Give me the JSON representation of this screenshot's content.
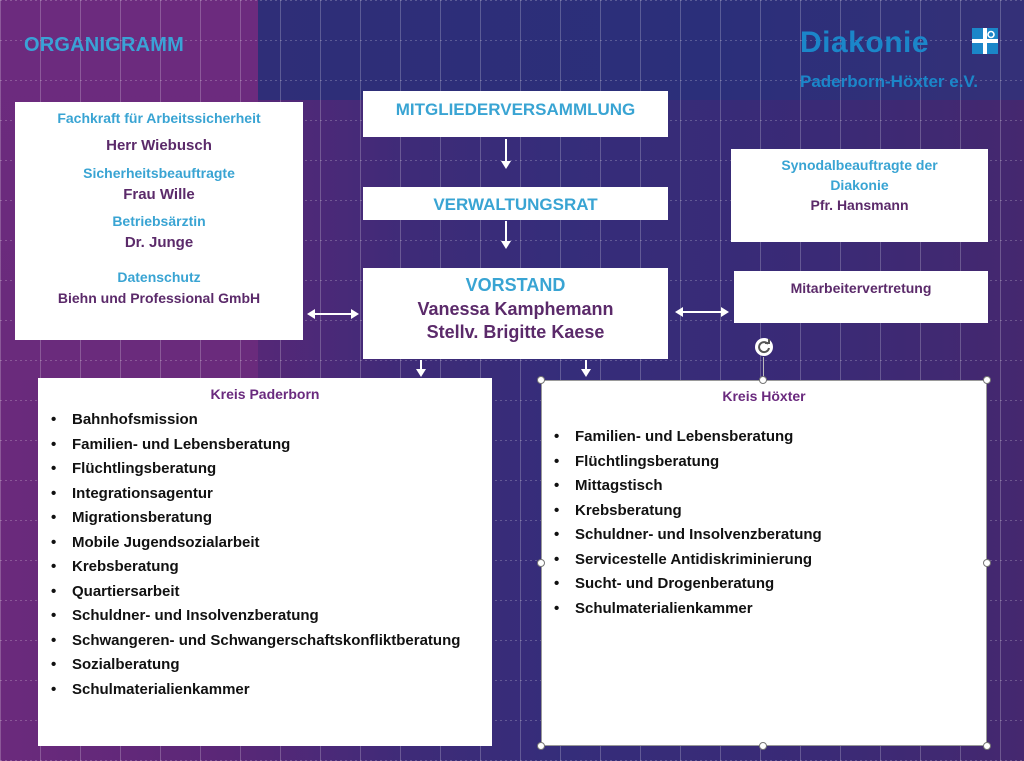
{
  "header": {
    "title": "ORGANIGRAMM",
    "logo_text": "Diakonie",
    "logo_icon": "diakonie-cross-icon",
    "org_name": "Paderborn-Höxter e.V."
  },
  "safety": {
    "role1": "Fachkraft für Arbeitssicherheit",
    "name1": "Herr Wiebusch",
    "role2": "Sicherheitsbeauftragte",
    "name2": "Frau Wille",
    "role3": "Betriebsärztin",
    "name3": "Dr. Junge",
    "role4": "Datenschutz",
    "name4": "Biehn und Professional GmbH"
  },
  "mitgliederversammlung": "MITGLIEDERVERSAMMLUNG",
  "verwaltungsrat": "VERWALTUNGSRAT",
  "vorstand": {
    "title": "VORSTAND",
    "name": "Vanessa Kamphemann",
    "deputy": "Stellv. Brigitte Kaese"
  },
  "synodal": {
    "line1": "Synodalbeauftragte der",
    "line2": "Diakonie",
    "name": "Pfr. Hansmann"
  },
  "mav": "Mitarbeitervertretung",
  "kreis_paderborn": {
    "title": "Kreis Paderborn",
    "items": [
      "Bahnhofsmission",
      "Familien- und Lebensberatung",
      "Flüchtlingsberatung",
      "Integrationsagentur",
      "Migrationsberatung",
      "Mobile Jugendsozialarbeit",
      "Krebsberatung",
      "Quartiersarbeit",
      "Schuldner- und Insolvenzberatung",
      "Schwangeren- und Schwangerschaftskonfliktberatung",
      "Sozialberatung",
      "Schulmaterialienkammer"
    ]
  },
  "kreis_hoexter": {
    "title": "Kreis Höxter",
    "items": [
      "Familien- und Lebensberatung",
      "Flüchtlingsberatung",
      "Mittagstisch",
      "Krebsberatung",
      "Schuldner- und Insolvenzberatung",
      "Servicestelle Antidiskriminierung",
      "Sucht- und Drogenberatung",
      "Schulmaterialienkammer"
    ]
  },
  "colors": {
    "accent_cyan": "#39a4d3",
    "brand_blue": "#1b86c9",
    "name_purple": "#5b2a6a"
  }
}
